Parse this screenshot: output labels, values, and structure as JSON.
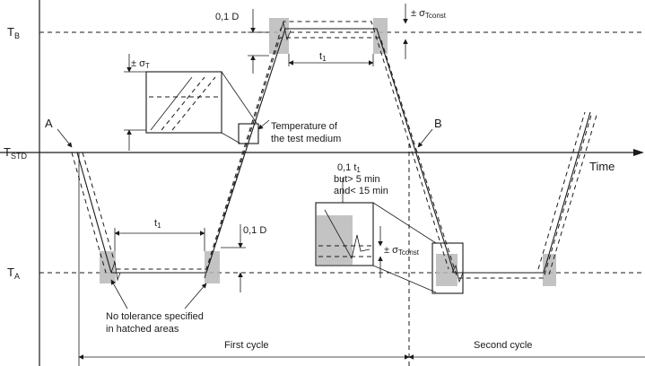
{
  "labels": {
    "tb": "T",
    "tb_sub": "B",
    "tstd": "T",
    "tstd_sub": "STD",
    "ta": "T",
    "ta_sub": "A",
    "time": "Time",
    "point_a": "A",
    "point_b": "B",
    "d_top": "0,1 D",
    "d_bottom": "0,1 D",
    "t1_top": "t",
    "t1_top_sub": "1",
    "t1_bottom": "t",
    "t1_bottom_sub": "1",
    "sigma_t": "± σ",
    "sigma_t_sub": "T",
    "sigma_tconst_top": "± σ",
    "sigma_tconst_top_sub": "Tconst",
    "sigma_tconst_mid": "± σ",
    "sigma_tconst_mid_sub": "Tconst",
    "medium_line1": "Temperature of",
    "medium_line2": "the test medium",
    "t01_line1": "0,1 t",
    "t01_line1_sub": "1",
    "t01_line2": "but> 5 min",
    "t01_line3": "and< 15 min",
    "no_tol_line1": "No tolerance specified",
    "no_tol_line2": "in hatched areas",
    "first_cycle": "First cycle",
    "second_cycle": "Second cycle"
  },
  "colors": {
    "line": "#1a1a1a",
    "hatch": "#b9b9b9",
    "background": "#ffffff"
  }
}
